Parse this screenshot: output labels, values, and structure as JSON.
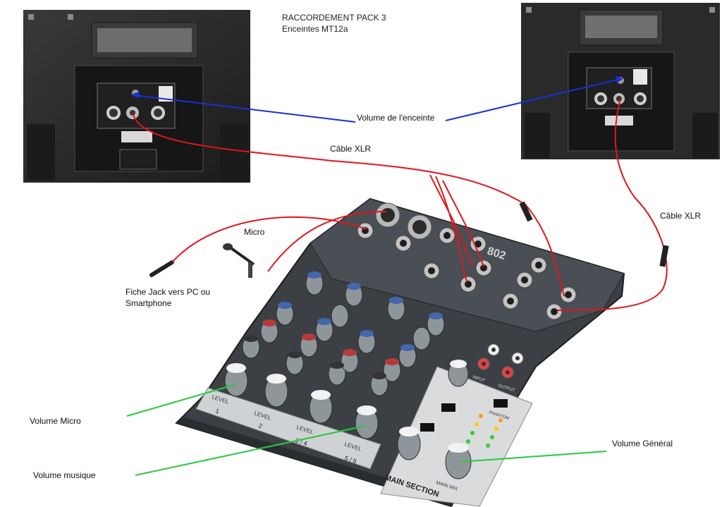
{
  "title": {
    "line1": "RACCORDEMENT PACK 3",
    "line2": "Enceintes MT12a"
  },
  "labels": {
    "volume_enceinte": "Volume de l'enceinte",
    "cable_xlr_1": "Câble XLR",
    "cable_xlr_2": "Câble XLR",
    "micro": "Micro",
    "fiche_jack_line1": "Fiche Jack vers PC ou",
    "fiche_jack_line2": "Smartphone",
    "volume_micro": "Volume Micro",
    "volume_musique": "Volume musique",
    "volume_general": "Volume Général"
  },
  "mixer_markings": {
    "model": "802",
    "level_1": "LEVEL",
    "ch_1": "1",
    "level_2": "LEVEL",
    "ch_2": "2",
    "level_34": "LEVEL",
    "ch_34": "3 / 4",
    "level_56": "LEVEL",
    "ch_56": "5 / 6",
    "main_section": "MAIN SECTION",
    "main_mix": "MAIN MIX",
    "phantom": "PHANTOM",
    "input": "INPUT",
    "output": "OUTPUT"
  },
  "colors": {
    "cable_red": "#e0161b",
    "cable_blue": "#1a2fd6",
    "pointer_green": "#27c93f",
    "speaker_body": "#2b2b2b",
    "mixer_body": "#3c4045"
  }
}
